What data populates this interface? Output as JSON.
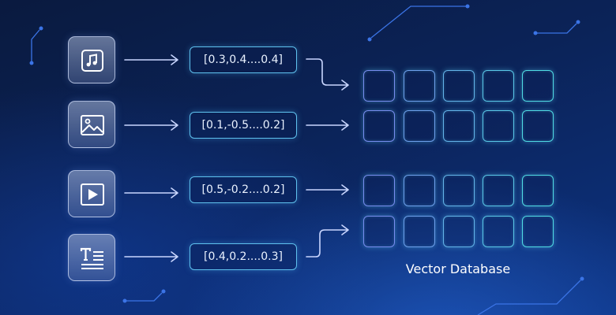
{
  "diagram": {
    "inputs": [
      {
        "icon": "music-note-icon",
        "vector": "[0.3,0.4....0.4]"
      },
      {
        "icon": "image-icon",
        "vector": "[0.1,-0.5....0.2]"
      },
      {
        "icon": "video-play-icon",
        "vector": "[0.5,-0.2....0.2]"
      },
      {
        "icon": "text-document-icon",
        "vector": "[0.4,0.2....0.3]"
      }
    ],
    "database_label": "Vector Database",
    "database_grid": {
      "rows": 4,
      "columns": 5
    }
  },
  "colors": {
    "background_dark": "#0a1a3f",
    "background_light": "#0d3382",
    "accent_cyan": "#5fc1ee",
    "accent_violet": "#8a95ee",
    "arrow": "#c9d6ff",
    "circuit": "#3b74e6"
  }
}
